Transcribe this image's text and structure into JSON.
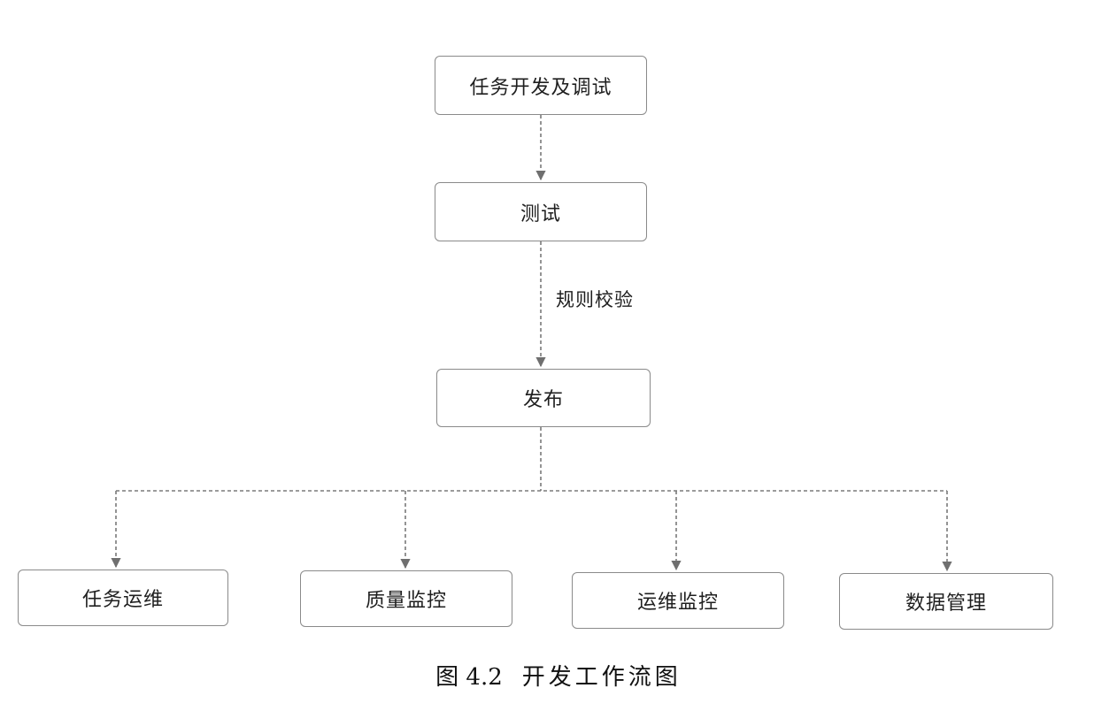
{
  "diagram": {
    "nodes": {
      "dev_debug": "任务开发及调试",
      "test": "测试",
      "publish": "发布",
      "task_ops": "任务运维",
      "quality_monitor": "质量监控",
      "ops_monitor": "运维监控",
      "data_mgmt": "数据管理"
    },
    "edge_labels": {
      "rule_check": "规则校验"
    },
    "edges": [
      {
        "from": "dev_debug",
        "to": "test"
      },
      {
        "from": "test",
        "to": "publish",
        "label": "rule_check"
      },
      {
        "from": "publish",
        "to": "task_ops"
      },
      {
        "from": "publish",
        "to": "quality_monitor"
      },
      {
        "from": "publish",
        "to": "ops_monitor"
      },
      {
        "from": "publish",
        "to": "data_mgmt"
      }
    ]
  },
  "caption": {
    "figure_number": "图 4.2",
    "title": "开发工作流图"
  },
  "colors": {
    "node_border": "#8a8a8a",
    "connector": "#7a7a7a",
    "text": "#1f1f1f"
  }
}
